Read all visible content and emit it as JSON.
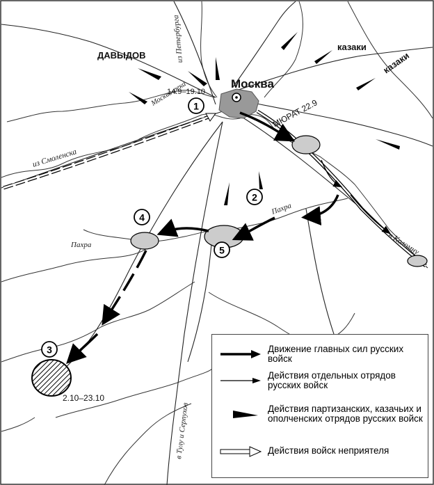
{
  "map": {
    "city": "Москва",
    "labels": {
      "davydov": "ДАВЫДОВ",
      "kazaki_1": "казаки",
      "kazaki_2": "казаки",
      "moskva_reka": "Москва-река",
      "date_camp1": "14.9–19.10",
      "murat": "МЮРАТ 22.9",
      "date_camp3": "2.10–23.10",
      "from_petersburg": "из Петербурга",
      "from_smolensk": "из Смоленска",
      "to_kolomna": "в Коломну",
      "to_tula": "в Тулу и Серпухов",
      "pakhra_east": "Пахра",
      "pakhra_west": "Пахра"
    },
    "markers": [
      "1",
      "2",
      "3",
      "4",
      "5"
    ]
  },
  "legend": {
    "items": [
      {
        "symbol": "thick-black-arrow",
        "text": "Движение главных сил русских войск"
      },
      {
        "symbol": "thin-black-arrow",
        "text": "Действия отдельных отрядов русских войск"
      },
      {
        "symbol": "black-wedge",
        "text": "Действия партизанских, казачьих и ополченских отрядов русских войск"
      },
      {
        "symbol": "hollow-arrow",
        "text": "Действия войск неприятеля"
      }
    ]
  }
}
